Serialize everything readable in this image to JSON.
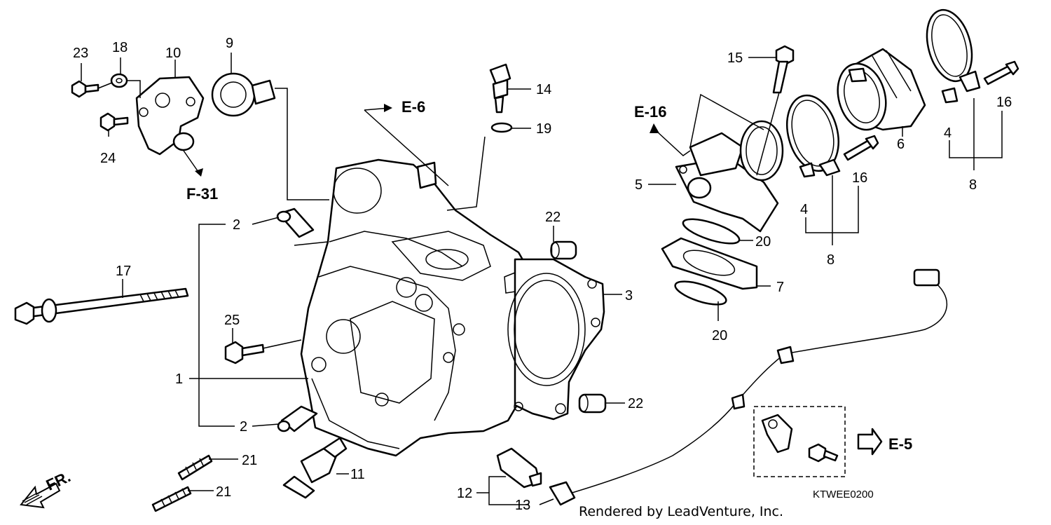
{
  "callouts": [
    "1",
    "2",
    "2",
    "3",
    "4",
    "4",
    "5",
    "6",
    "7",
    "8",
    "8",
    "9",
    "10",
    "11",
    "12",
    "13",
    "14",
    "15",
    "16",
    "16",
    "17",
    "18",
    "19",
    "20",
    "20",
    "21",
    "21",
    "22",
    "22",
    "23",
    "24",
    "25"
  ],
  "references": {
    "e6": "E-6",
    "e16": "E-16",
    "f31": "F-31",
    "e5": "E-5",
    "fr": "FR."
  },
  "diagram_code": "KTWEE0200",
  "credit": "Rendered by LeadVenture, Inc."
}
